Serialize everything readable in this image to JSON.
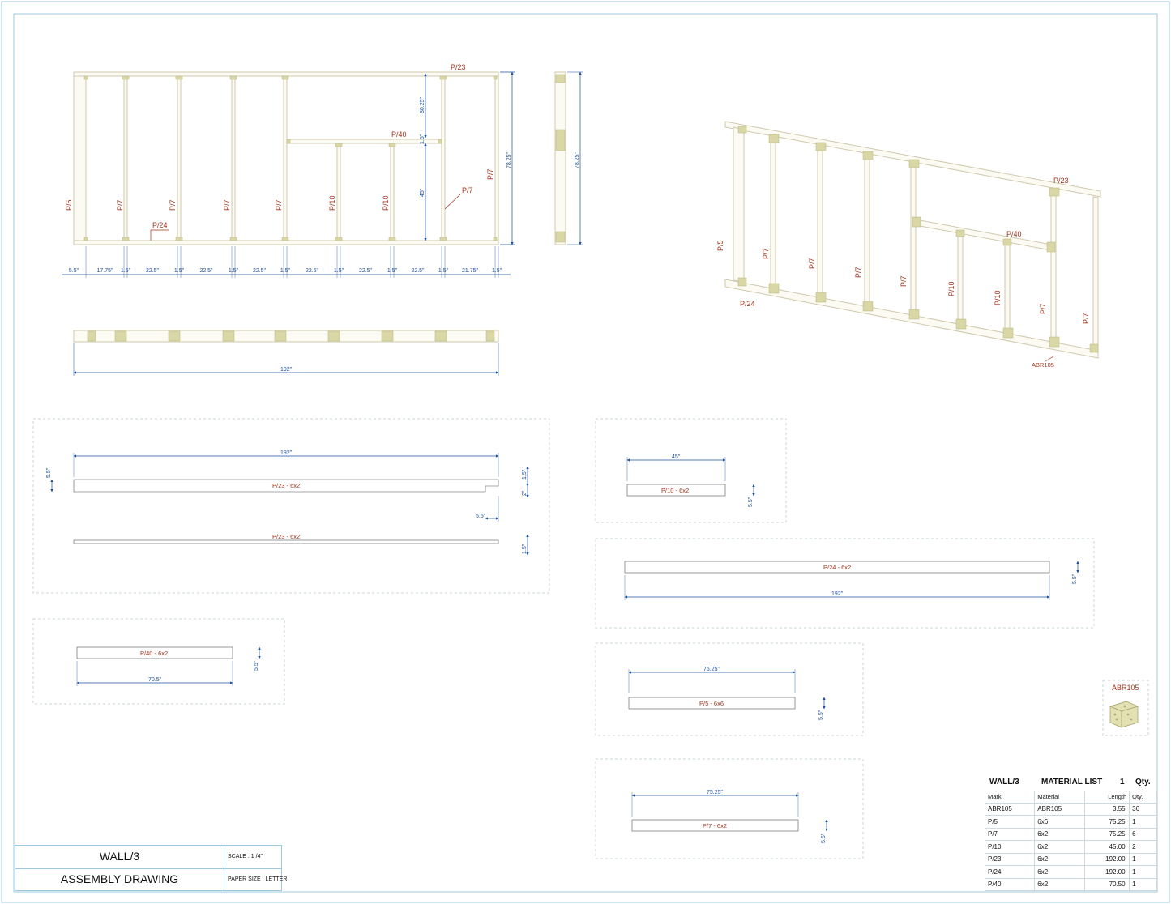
{
  "elevation": {
    "labels": {
      "top_plate": "P/23",
      "header": "P/40",
      "end_stud": "P/5",
      "studs": [
        "P/7",
        "P/7",
        "P/7",
        "P/7"
      ],
      "cripples": [
        "P/10",
        "P/10"
      ],
      "king_stud": "P/7",
      "side_stud": "P/7",
      "bottom_plate": "P/24"
    },
    "vertical_dims": {
      "top": "30.25\"",
      "header": "1.5\"",
      "cripple": "45\"",
      "overall": "78.25\""
    },
    "spacing": [
      "5.5\"",
      "17.75\"",
      "1.5\"",
      "22.5\"",
      "1.5\"",
      "22.5\"",
      "1.5\"",
      "22.5\"",
      "1.5\"",
      "22.5\"",
      "1.5\"",
      "22.5\"",
      "1.5\"",
      "22.5\"",
      "1.5\"",
      "21.75\"",
      "1.5\""
    ]
  },
  "side_view": {
    "height": "78.25\""
  },
  "plan_view": {
    "length": "192\""
  },
  "isometric": {
    "labels": {
      "top": "P/23",
      "header": "P/40",
      "end": "P/5",
      "bottom": "P/24",
      "studs": [
        "P/7",
        "P/7",
        "P/7",
        "P/7"
      ],
      "cripples": [
        "P/10",
        "P/10"
      ],
      "king": "P/7",
      "right": "P/7",
      "bracket": "ABR105"
    }
  },
  "details": {
    "p23": {
      "length": "192\"",
      "label": "P/23 - 6x2",
      "depth": "5.5\"",
      "notch_h": "1.5\"",
      "notch_w": "5.5\"",
      "small": "2\"",
      "label2": "P/23 - 6x2",
      "thickness": "1.5\""
    },
    "p10": {
      "length": "45\"",
      "label": "P/10 - 6x2",
      "depth": "5.5\""
    },
    "p24": {
      "label": "P/24 - 6x2",
      "length": "192\"",
      "depth": "5.5\""
    },
    "p40": {
      "label": "P/40 - 6x2",
      "length": "70.5\"",
      "depth": "5.5\""
    },
    "p5": {
      "length": "75.25\"",
      "label": "P/5 - 6x6",
      "depth": "5.5\""
    },
    "p7": {
      "length": "75.25\"",
      "label": "P/7 - 6x2",
      "depth": "5.5\""
    }
  },
  "bracket_callout": {
    "label": "ABR105"
  },
  "title_block": {
    "title": "WALL/3",
    "subtitle": "ASSEMBLY DRAWING",
    "scale": "SCALE : 1 /4\"",
    "paper": "PAPER SIZE : LETTER"
  },
  "material_list": {
    "wall": "WALL/3",
    "title": "MATERIAL LIST",
    "number": "1",
    "qty_header": "Qty.",
    "columns": [
      "Mark",
      "Material",
      "Length",
      "Qty."
    ],
    "rows": [
      [
        "ABR105",
        "ABR105",
        "3.55'",
        "36"
      ],
      [
        "P/5",
        "6x6",
        "75.25'",
        "1"
      ],
      [
        "P/7",
        "6x2",
        "75.25'",
        "6"
      ],
      [
        "P/10",
        "6x2",
        "45.00'",
        "2"
      ],
      [
        "P/23",
        "6x2",
        "192.00'",
        "1"
      ],
      [
        "P/24",
        "6x2",
        "192.00'",
        "1"
      ],
      [
        "P/40",
        "6x2",
        "70.50'",
        "1"
      ]
    ]
  },
  "colors": {
    "border": "#9ec9de",
    "wood": "#d8d2b8",
    "label": "#a0351d",
    "dimension": "#1b4f9c",
    "bracket": "#c8c78a"
  }
}
